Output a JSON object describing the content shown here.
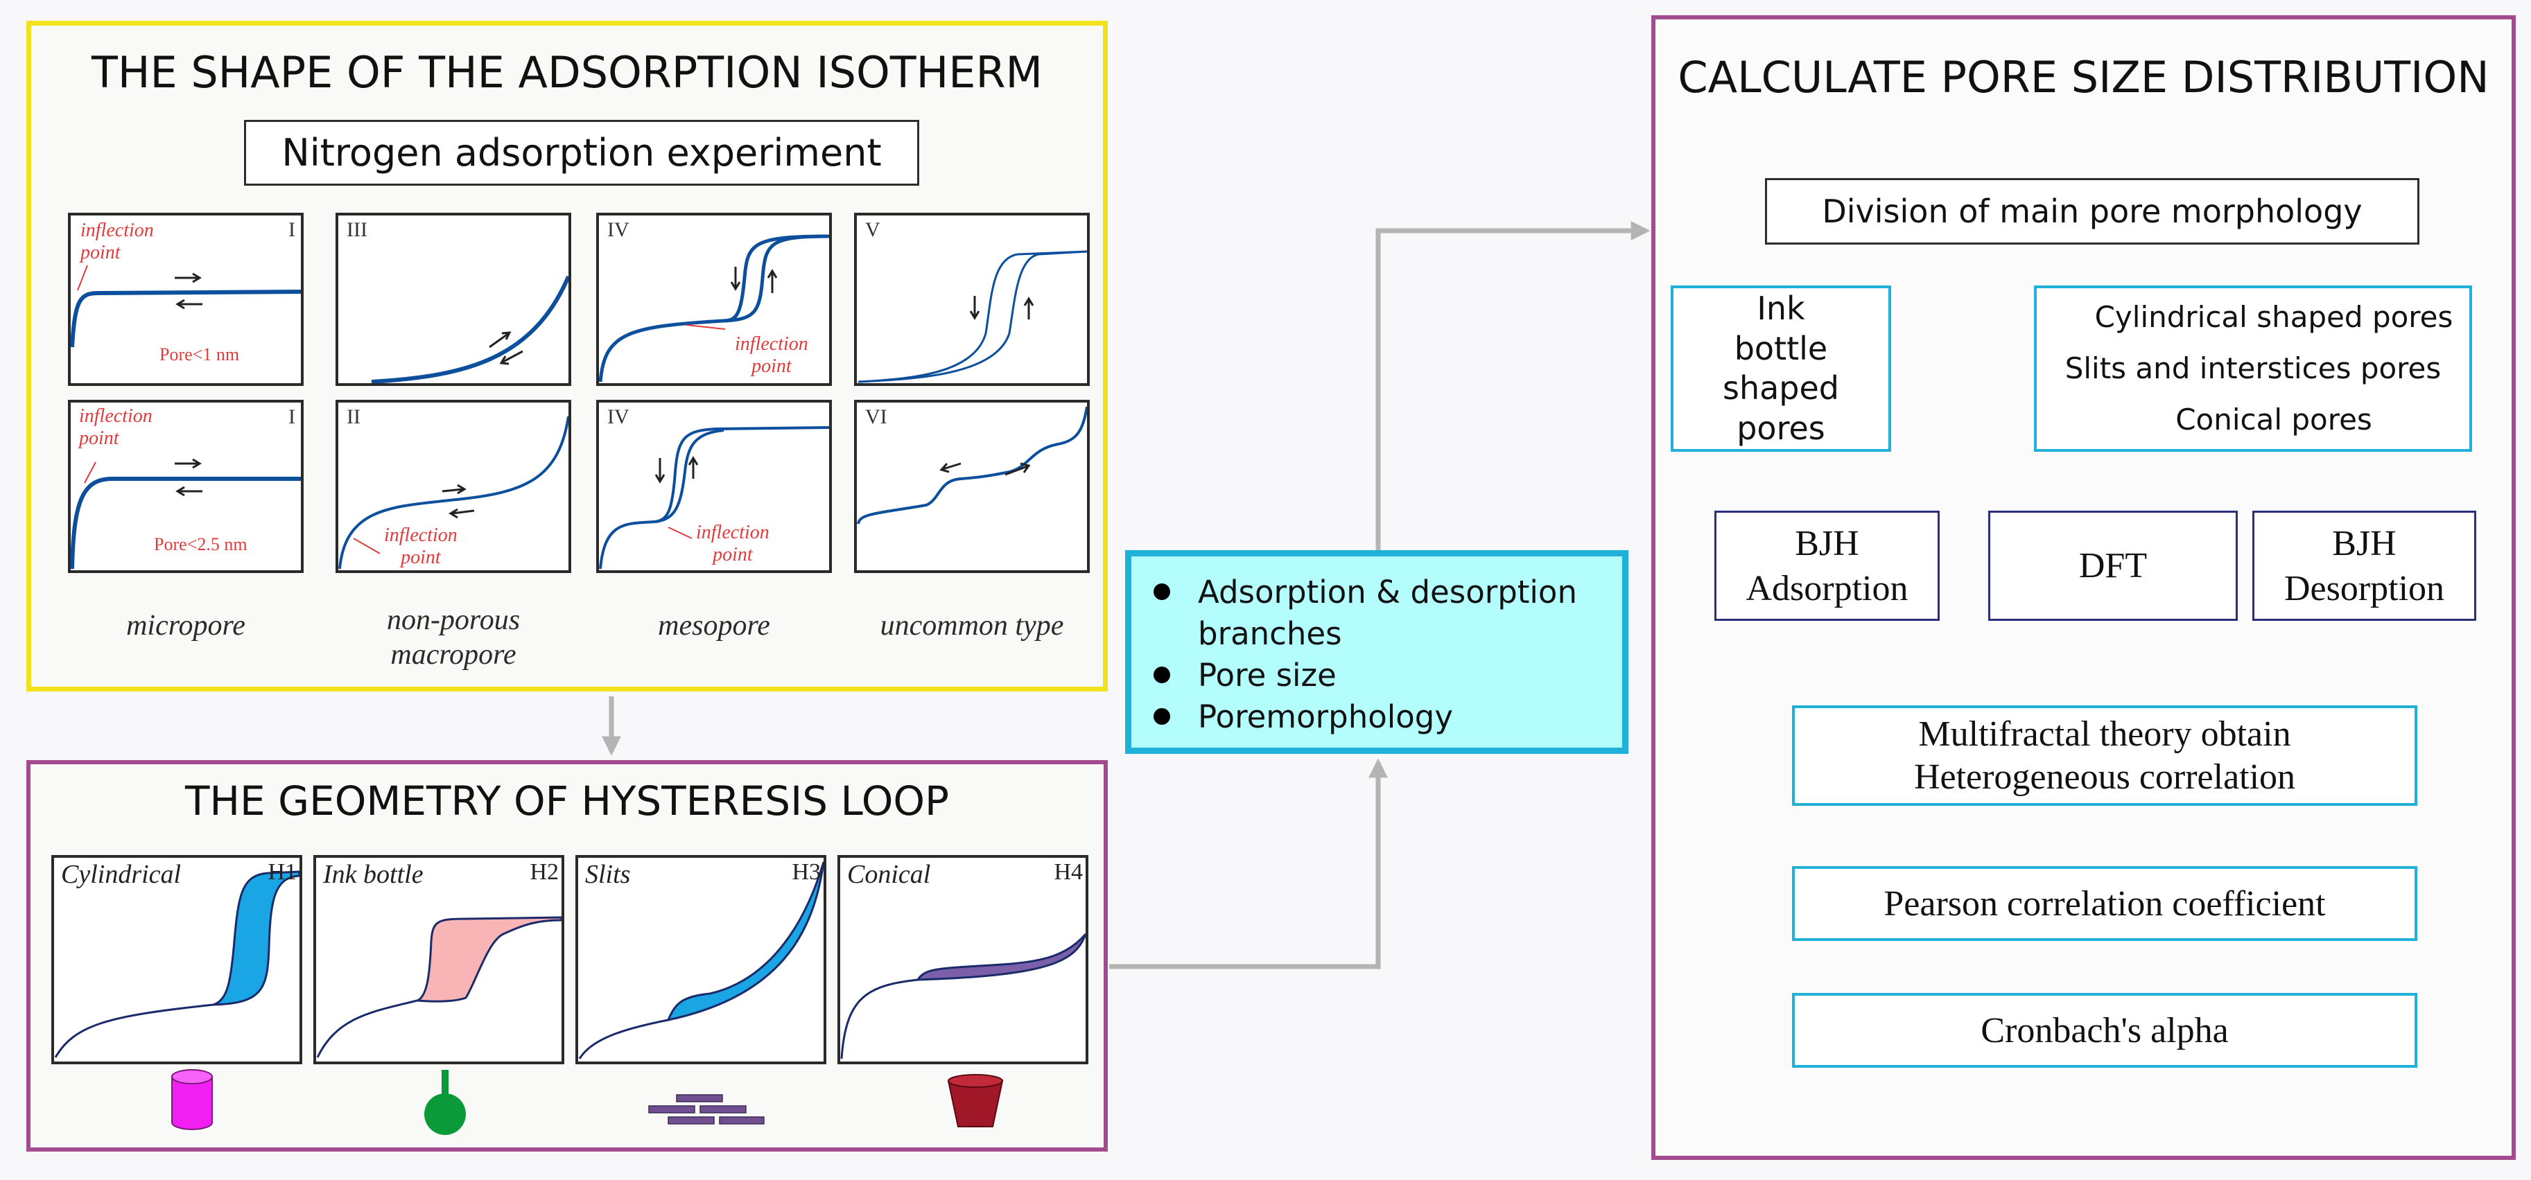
{
  "isotherm": {
    "title": "THE SHAPE OF THE ADSORPTION ISOTHERM",
    "subtitle": "Nitrogen adsorption experiment",
    "plots": [
      {
        "roman": "I",
        "annotation": "inflection\npoint",
        "pore": "Pore<1 nm"
      },
      {
        "roman": "III"
      },
      {
        "roman": "IV",
        "annotation": "inflection\npoint"
      },
      {
        "roman": "V"
      },
      {
        "roman": "I",
        "annotation": "inflection\npoint",
        "pore": "Pore<2.5 nm"
      },
      {
        "roman": "II",
        "annotation": "inflection\npoint"
      },
      {
        "roman": "IV",
        "annotation": "inflection\npoint"
      },
      {
        "roman": "VI"
      }
    ],
    "captions": [
      "micropore",
      "non-porous\nmacropore",
      "mesopore",
      "uncommon type"
    ]
  },
  "hysteresis": {
    "title": "THE GEOMETRY OF HYSTERESIS LOOP",
    "panels": [
      {
        "label": "Cylindrical",
        "code": "H1"
      },
      {
        "label": "Ink bottle",
        "code": "H2"
      },
      {
        "label": "Slits",
        "code": "H3"
      },
      {
        "label": "Conical",
        "code": "H4"
      }
    ]
  },
  "middle": {
    "items": [
      "Adsorption & desorption branches",
      "Pore size",
      "Poremorphology"
    ]
  },
  "right": {
    "title": "CALCULATE PORE SIZE DISTRIBUTION",
    "division": "Division of main pore morphology",
    "ink_bottle": "Ink\nbottle\nshaped\npores",
    "pore_types": [
      "Cylindrical shaped pores",
      "Slits and interstices pores",
      "Conical pores"
    ],
    "methods": [
      "BJH\nAdsorption",
      "DFT",
      "BJH\nDesorption"
    ],
    "multifractal": [
      "Multifractal theory obtain",
      "Heterogeneous correlation"
    ],
    "pearson": "Pearson correlation coefficient",
    "cronbach": "Cronbach's alpha"
  },
  "colors": {
    "yellow_border": "#f0e21c",
    "purple_border": "#a24b8f",
    "cyan_box": "#b3fdfd",
    "cyan_border": "#1fb1d8",
    "navy_border": "#2b2e7a",
    "curve_blue": "#0c4f9c",
    "arrow_gray": "#b4b4b4",
    "h1_fill": "#1aa6e4",
    "h2_fill": "#f9b5b5",
    "h3_fill": "#1aa6e4",
    "h4_fill": "#7b5fa8"
  },
  "icons": [
    "cylinder-icon",
    "flask-icon",
    "bricks-icon",
    "cup-icon"
  ]
}
